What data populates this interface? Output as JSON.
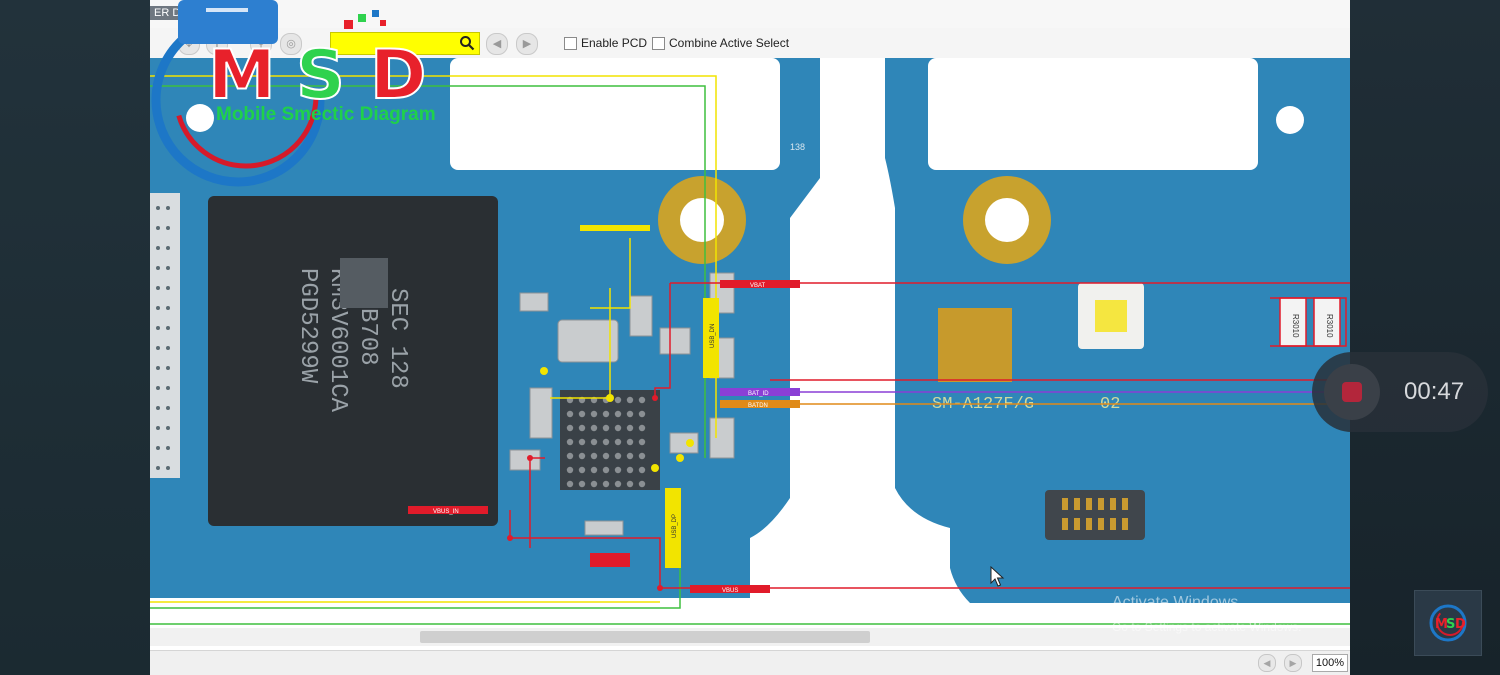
{
  "title_fragment": "ER DA",
  "toolbar": {
    "search_value": "",
    "enable_pcd_label": "Enable PCD",
    "combine_active_select_label": "Combine Active Select"
  },
  "board": {
    "chip_lines": [
      "SEC 128",
      "B708",
      "KM3V6001CA",
      "PGD5299W"
    ],
    "model_marking": "SM-A127F/G",
    "revision_marking": "02",
    "net_labels": [
      "VBAT",
      "BAT_ID",
      "BATDN",
      "VBUS_IN",
      "VBUS",
      "USB_DN",
      "USB_DP"
    ],
    "resistor_labels": [
      "R3010",
      "R3010"
    ],
    "fiducial_label": "138"
  },
  "brand": {
    "letters": "MSD",
    "tagline": "Mobile Smectic Diagram",
    "colors": {
      "m": "#e8212b",
      "s": "#2fd24e",
      "d": "#e8212b",
      "ring_outer": "#1d77c7",
      "ring_inner": "#d61a2a",
      "tagline": "#1fd14a"
    }
  },
  "status": {
    "zoom": "100%"
  },
  "os_watermark": {
    "line1": "Activate Windows",
    "line2": "Go to Settings to activate Windows."
  },
  "recorder": {
    "time": "00:47"
  },
  "colors": {
    "pcb": "#2f86b8",
    "trace_red": "#e11b2a",
    "trace_yellow": "#f2e400",
    "trace_green": "#3fbf3f",
    "trace_purple": "#8a3fd6",
    "trace_orange": "#e08a18"
  }
}
